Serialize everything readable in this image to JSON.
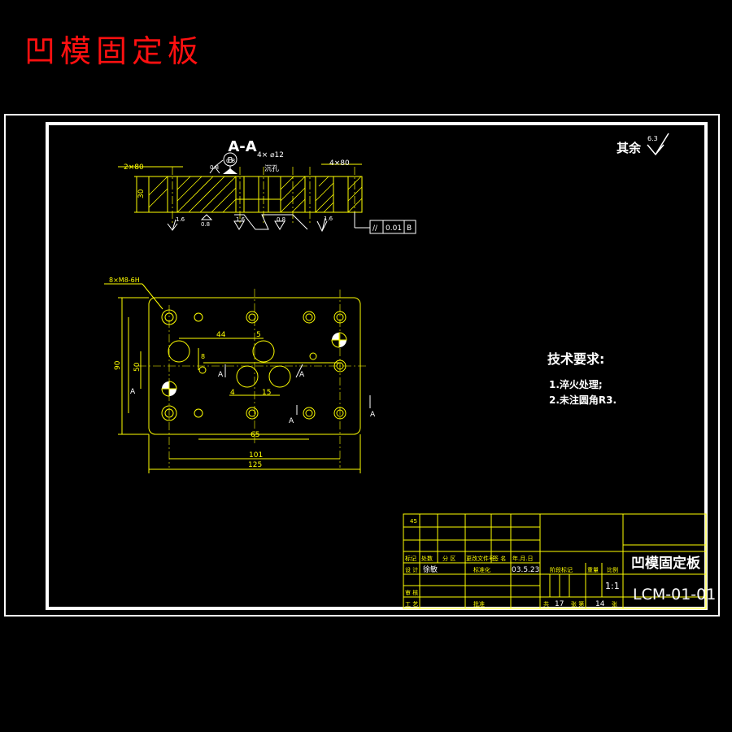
{
  "page_title": "凹模固定板",
  "section": {
    "label": "A-A",
    "datum_label": "B",
    "dims": [
      "2×80",
      "30",
      "4× ⌀12",
      "4×80"
    ],
    "counterbore": "沉孔",
    "roughness": [
      "0.8",
      "0.8",
      "1.6",
      "0.8",
      "1.6",
      "1.6",
      "0.8"
    ],
    "tolerance_symbol": "//",
    "tolerance_value": "0.01",
    "tolerance_datum": "B"
  },
  "other_roughness": {
    "label": "其余",
    "value": "6.3"
  },
  "plan_view": {
    "thread_callout": "8×M8-6H",
    "dims": [
      "44",
      "5",
      "8",
      "15",
      "4",
      "65",
      "101",
      "125",
      "90",
      "50"
    ],
    "section_marks": [
      "A",
      "A",
      "A",
      "A",
      "A"
    ]
  },
  "tech_requirements": {
    "title": "技术要求:",
    "items": [
      "1.淬火处理;",
      "2.未注圆角R3."
    ]
  },
  "title_block": {
    "part_name": "凹模固定板",
    "drawing_number": "LCM-01-01",
    "scale": "1:1",
    "sheets_total_label": "共",
    "sheets_total": "17",
    "sheet_label": "张 第",
    "sheet_no": "14",
    "sheet_suffix": "张",
    "header_cells": [
      "标记",
      "处数",
      "分 区",
      "更改文件号",
      "签 名",
      "年.月.日"
    ],
    "rows": {
      "design_label": "设 计",
      "designer": "徐敏",
      "standard_label": "标准化",
      "date": "03.5.23",
      "review_label": "审 核",
      "process_label": "工 艺",
      "approve_label": "批准",
      "stage_label": "阶段标记",
      "weight_label": "重量",
      "ratio_label": "比例"
    },
    "top_cell": "45"
  }
}
